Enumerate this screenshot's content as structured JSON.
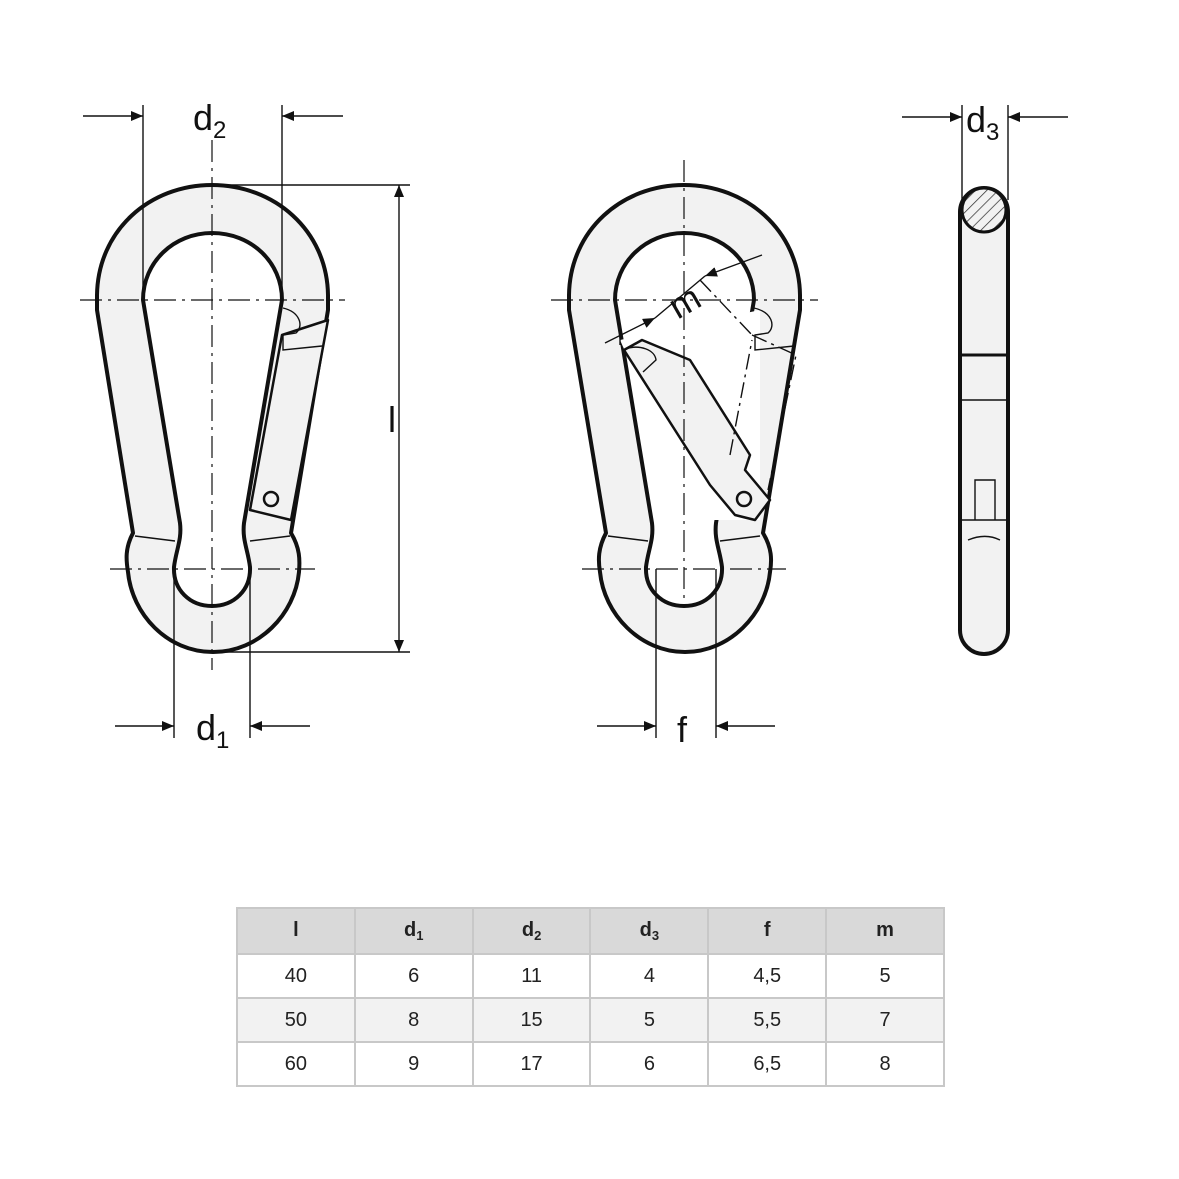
{
  "dimension_labels": {
    "d2": "d",
    "d2_sub": "2",
    "d1": "d",
    "d1_sub": "1",
    "d3": "d",
    "d3_sub": "3",
    "l": "l",
    "m": "m",
    "f": "f"
  },
  "table": {
    "headers": [
      {
        "main": "l",
        "sub": ""
      },
      {
        "main": "d",
        "sub": "1"
      },
      {
        "main": "d",
        "sub": "2"
      },
      {
        "main": "d",
        "sub": "3"
      },
      {
        "main": "f",
        "sub": ""
      },
      {
        "main": "m",
        "sub": ""
      }
    ],
    "rows": [
      [
        "40",
        "6",
        "11",
        "4",
        "4,5",
        "5"
      ],
      [
        "50",
        "8",
        "15",
        "5",
        "5,5",
        "7"
      ],
      [
        "60",
        "9",
        "17",
        "6",
        "6,5",
        "8"
      ]
    ]
  }
}
